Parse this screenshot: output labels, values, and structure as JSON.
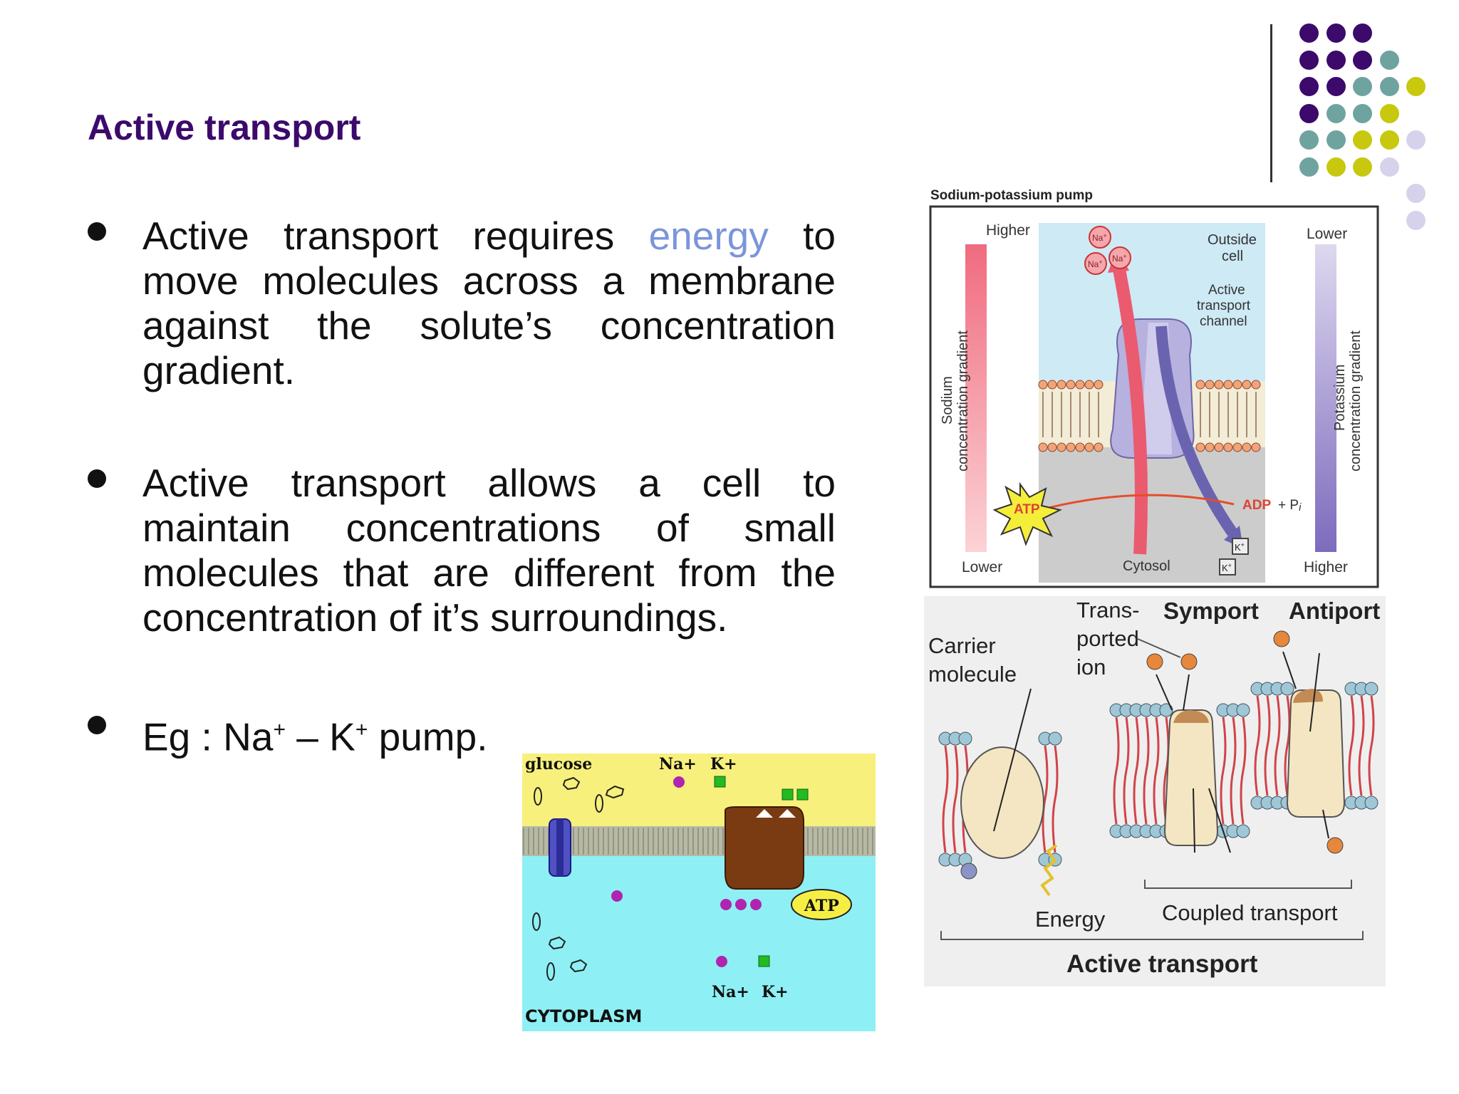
{
  "slide": {
    "title": "Active transport",
    "bullets": [
      {
        "before": "Active transport requires ",
        "highlight": "energy",
        "after": " to move molecules across a membrane against the solute’s concentration gradient."
      },
      {
        "text": "Active transport allows a cell to maintain concentrations of small molecules that are different from the concentration of it’s surroundings."
      },
      {
        "prefix": "Eg : Na",
        "sup1": "+",
        "mid": " – K",
        "sup2": "+",
        "suffix": " pump."
      }
    ]
  },
  "colors": {
    "title": "#3b0a6b",
    "purple": "#3b0a6b",
    "teal": "#6fa3a0",
    "olive": "#c8c80f",
    "lavender": "#d6d2ec",
    "energy": "#7b95db"
  },
  "fig_pump": {
    "caption": "Sodium-potassium pump",
    "higher_left": "Higher",
    "lower_left": "Lower",
    "sodium_axis_1": "Sodium",
    "sodium_axis_2": "concentration gradient",
    "lower_right": "Lower",
    "higher_right": "Higher",
    "potassium_axis_1": "Potassium",
    "potassium_axis_2": "concentration gradient",
    "outside_1": "Outside",
    "outside_2": "cell",
    "channel_1": "Active",
    "channel_2": "transport",
    "channel_3": "channel",
    "atp": "ATP",
    "adp": "ADP",
    "pi": "+ P",
    "pi_sub": "i",
    "cytosol": "Cytosol",
    "na": "Na",
    "na_sup": "+",
    "k": "K",
    "k_sup": "+"
  },
  "fig_membrane": {
    "glucose": "glucose",
    "na_top": "Na+",
    "k_top": "K+",
    "atp": "ATP",
    "na_bottom": "Na+",
    "k_bottom": "K+",
    "cytoplasm": "CYTOPLASM"
  },
  "fig_carrier": {
    "carrier_1": "Carrier",
    "carrier_2": "molecule",
    "trans_1": "Trans-",
    "trans_2": "ported",
    "trans_3": "ion",
    "symport": "Symport",
    "antiport": "Antiport",
    "energy": "Energy",
    "coupled": "Coupled transport",
    "active": "Active transport"
  }
}
